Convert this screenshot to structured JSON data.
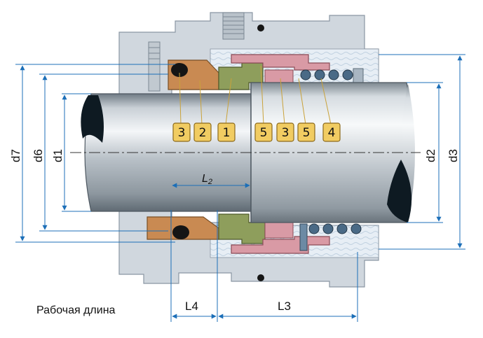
{
  "caption": "Рабочая длина",
  "dimensions": {
    "d7": "d7",
    "d6": "d6",
    "d1": "d1",
    "d2": "d2",
    "d3": "d3",
    "l2_letter": "L",
    "l2_sub": "2",
    "l3": "L3",
    "l4": "L4"
  },
  "badges": [
    "3",
    "2",
    "1",
    "5",
    "3",
    "5",
    "4"
  ],
  "colors": {
    "housing": "#cfd6dd",
    "housing_edge": "#8a96a3",
    "shaft_light": "#f2f4f6",
    "shaft_dark": "#8c969f",
    "seat_bronze": "#c98a52",
    "stationary_green": "#8e9e5c",
    "rotary_pink": "#d99aa5",
    "spring_blue": "#4a6a86",
    "oring": "#151515",
    "dim_line": "#1c6fb8",
    "badge_fill": "#f1cc62",
    "badge_edge": "#8c6a1c"
  }
}
